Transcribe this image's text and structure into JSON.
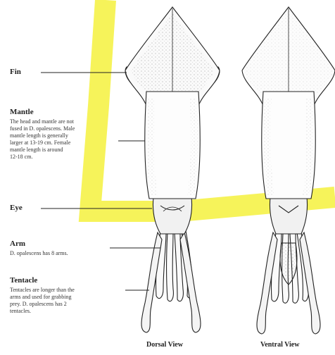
{
  "labels": {
    "fin": {
      "title": "Fin"
    },
    "mantle": {
      "title": "Mantle",
      "desc_lines": [
        "The head and mantle are not",
        "fused in D. opalescens. Male",
        "mantle length is generally",
        "larger at 13-19 cm. Female",
        "mantle length is around",
        "12-18 cm."
      ]
    },
    "eye": {
      "title": "Eye"
    },
    "arm": {
      "title": "Arm",
      "desc_lines": [
        "D. opalescens has 8 arms."
      ]
    },
    "tentacle": {
      "title": "Tentacle",
      "desc_lines": [
        "Tentacles are longer than the",
        "arms and used for grabbing",
        "prey. D. opalescens has 2",
        "tentacles."
      ]
    }
  },
  "captions": {
    "dorsal": "Dorsal View",
    "ventral": "Ventral View"
  },
  "colors": {
    "highlight": "#f3ef2c",
    "line": "#222222"
  }
}
